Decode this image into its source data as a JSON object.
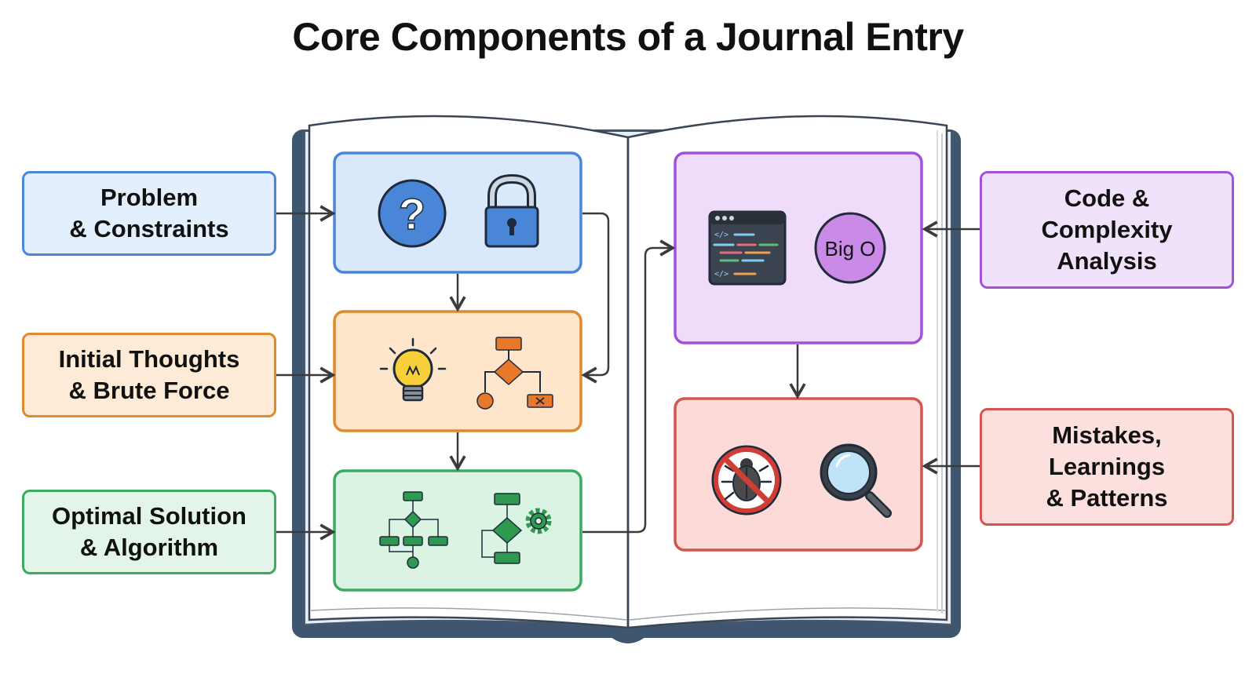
{
  "title": "Core Components of a Journal Entry",
  "left_labels": [
    {
      "line1": "Problem",
      "line2": "& Constraints"
    },
    {
      "line1": "Initial Thoughts",
      "line2": "& Brute Force"
    },
    {
      "line1": "Optimal Solution",
      "line2": "& Algorithm"
    }
  ],
  "right_labels": [
    {
      "line1": "Code &",
      "line2": "Complexity",
      "line3": "Analysis"
    },
    {
      "line1": "Mistakes,",
      "line2": "Learnings",
      "line3": "& Patterns"
    }
  ],
  "icons": {
    "big_o_text": "Big O",
    "card1": [
      "question-icon",
      "lock-icon"
    ],
    "card2": [
      "lightbulb-icon",
      "flowchart-icon"
    ],
    "card3": [
      "algorithm-tree-icon",
      "process-gear-icon"
    ],
    "card4": [
      "code-window-icon",
      "big-o-icon"
    ],
    "card5": [
      "no-bug-icon",
      "magnifier-icon"
    ]
  },
  "colors": {
    "blue": "#4a86d8",
    "orange": "#e08a2c",
    "green": "#3daa62",
    "purple": "#a252d9",
    "red": "#d45450",
    "book_cover": "#3f5670"
  }
}
